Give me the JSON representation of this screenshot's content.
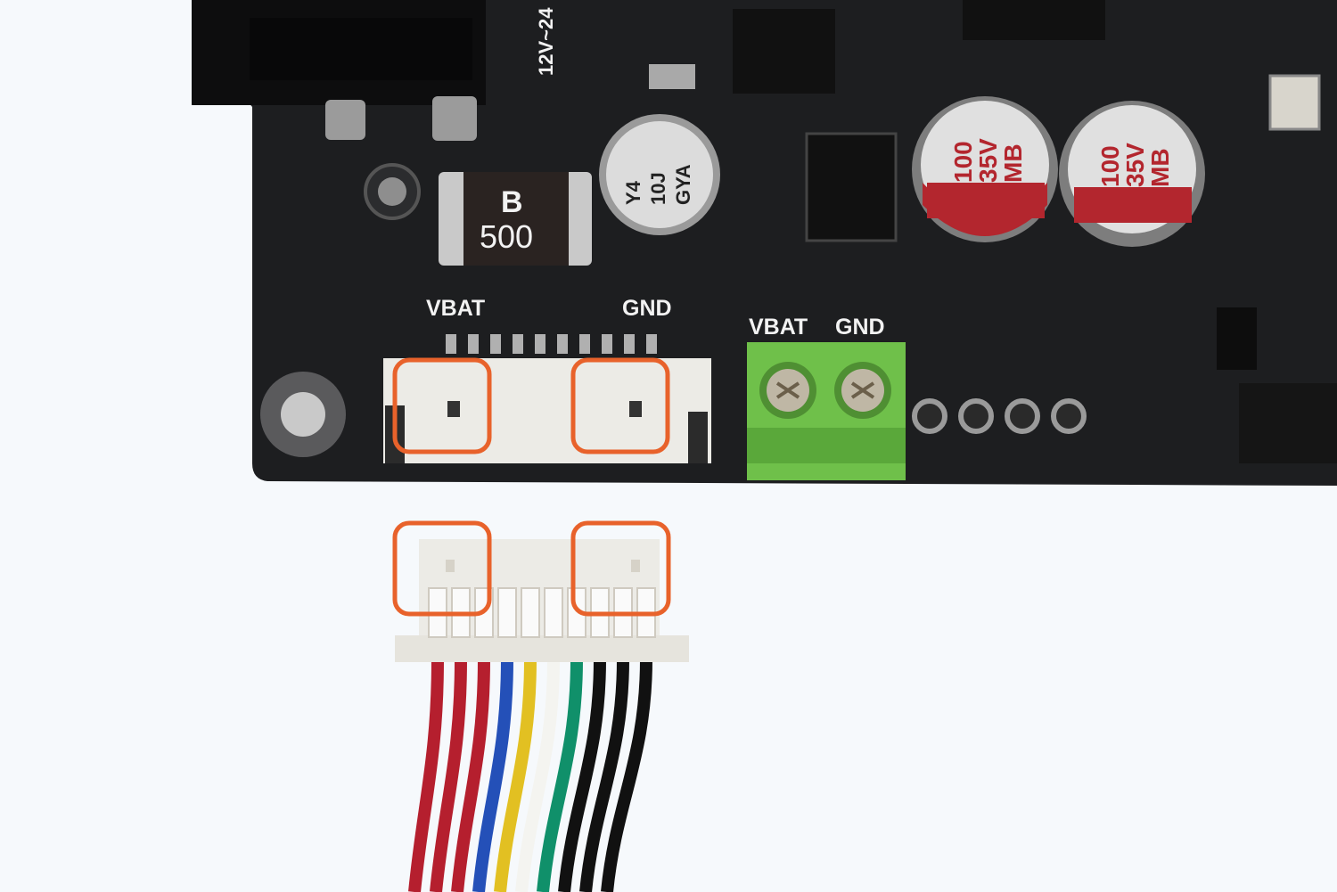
{
  "colors": {
    "background": "#f6f9fc",
    "pcb": "#1d1e20",
    "highlight": "#e8622b",
    "terminal_block": "#6fc04a",
    "connector_body": "#ecebe6"
  },
  "board": {
    "voltage_label": "12V~24",
    "pin_header_labels": {
      "vbat": "VBAT",
      "gnd": "GND"
    },
    "terminal_labels": {
      "vbat": "VBAT",
      "gnd": "GND"
    },
    "inductor_marking": {
      "logo": "B",
      "value": "500"
    },
    "small_cap_marking": [
      "Y4",
      "10J",
      "GYA"
    ],
    "large_cap_markings": [
      {
        "line1": "100",
        "line2": "35V",
        "line3": "MB"
      },
      {
        "line1": "100",
        "line2": "35V",
        "line3": "MB"
      }
    ],
    "highlighted_pins": [
      "VBAT",
      "GND"
    ]
  },
  "cable": {
    "wire_colors": [
      "#b51f2e",
      "#b51f2e",
      "#b51f2e",
      "#2450b8",
      "#e2c022",
      "#f4f4f0",
      "#10906a",
      "#111111",
      "#111111",
      "#111111"
    ]
  }
}
